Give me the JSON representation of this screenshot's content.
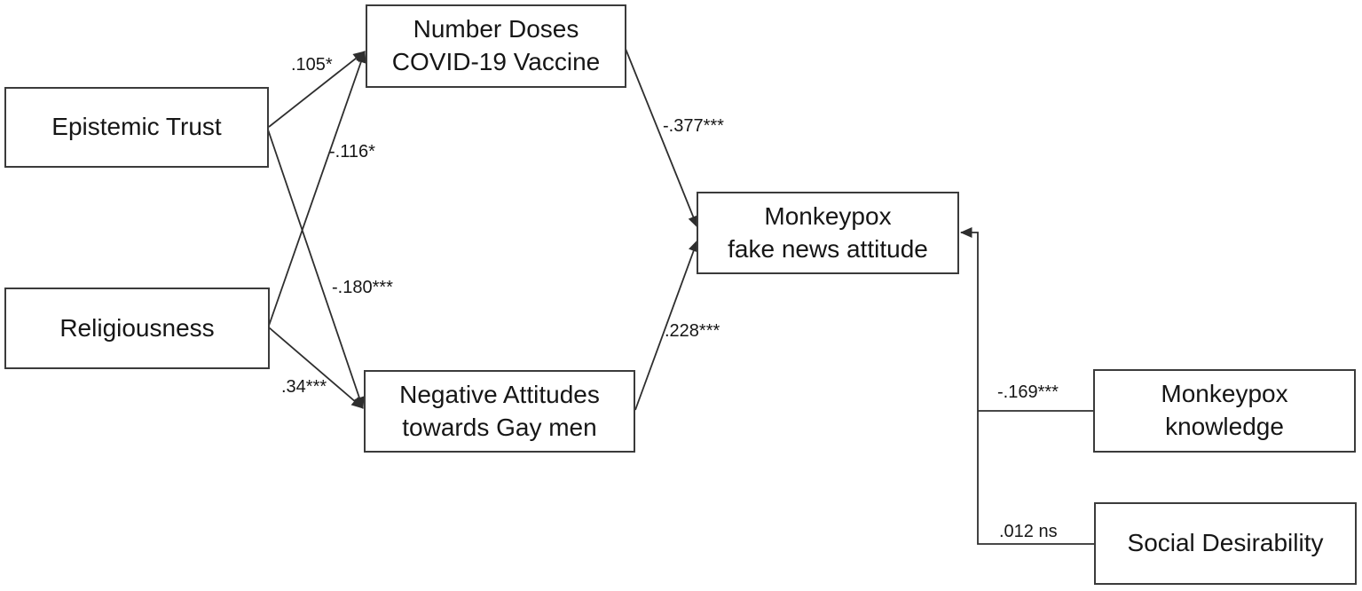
{
  "figure": {
    "type": "path-diagram",
    "colors": {
      "background": "#ffffff",
      "line": "#2e2e2e",
      "box_border": "#3b3b3b",
      "box_fill": "#ffffff",
      "text": "#161616"
    },
    "nodes": {
      "epistemic": {
        "label": "Epistemic Trust"
      },
      "religiousness": {
        "label": "Religiousness"
      },
      "doses": {
        "label": "Number Doses\nCOVID-19 Vaccine"
      },
      "attitudes": {
        "label": "Negative Attitudes\ntowards Gay men"
      },
      "fakenews": {
        "label": "Monkeypox\nfake news attitude"
      },
      "knowledge": {
        "label": "Monkeypox\nknowledge"
      },
      "social": {
        "label": "Social Desirability"
      }
    },
    "edges": {
      "epistemic_doses": {
        "source": "epistemic",
        "target": "doses",
        "coef": ".105*"
      },
      "religiousness_doses": {
        "source": "religiousness",
        "target": "doses",
        "coef": "-.116*"
      },
      "epistemic_attitudes": {
        "source": "epistemic",
        "target": "attitudes",
        "coef": "-.180***"
      },
      "religiousness_attitudes": {
        "source": "religiousness",
        "target": "attitudes",
        "coef": ".34***"
      },
      "doses_fakenews": {
        "source": "doses",
        "target": "fakenews",
        "coef": "-.377***"
      },
      "attitudes_fakenews": {
        "source": "attitudes",
        "target": "fakenews",
        "coef": ".228***"
      },
      "knowledge_fakenews": {
        "source": "knowledge",
        "target": "fakenews",
        "coef": "-.169***"
      },
      "social_fakenews": {
        "source": "social",
        "target": "fakenews",
        "coef": ".012 ns"
      }
    }
  }
}
